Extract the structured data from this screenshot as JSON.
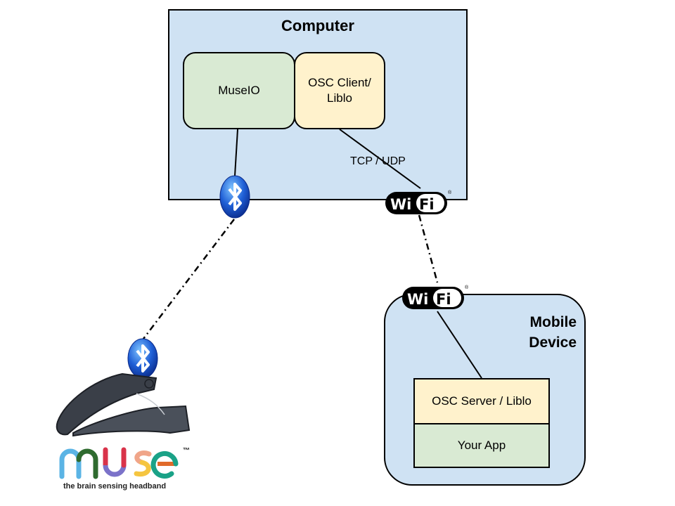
{
  "computer": {
    "title": "Computer",
    "museio_label": "MuseIO",
    "osc_client_label_line1": "OSC Client/",
    "osc_client_label_line2": "Liblo",
    "connection_label": "TCP / UDP"
  },
  "mobile": {
    "title_line1": "Mobile",
    "title_line2": "Device",
    "osc_server_label": "OSC Server / Liblo",
    "app_label": "Your App"
  },
  "wifi": {
    "left_text": "Wi",
    "right_text": "Fi",
    "trademark": "®"
  },
  "headband": {
    "brand": "muse",
    "trademark": "™",
    "tagline": "the brain sensing headband"
  },
  "colors": {
    "computer_bg": "#cfe2f3",
    "museio_bg": "#d9ead3",
    "osc_bg": "#fff2cc",
    "bluetooth_blue": "#1f5fd6",
    "muse_letters": [
      "#5bb4e5",
      "#2f6b2f",
      "#d9334a",
      "#7b72c9",
      "#f0a589",
      "#f5c540",
      "#1aa287"
    ]
  }
}
